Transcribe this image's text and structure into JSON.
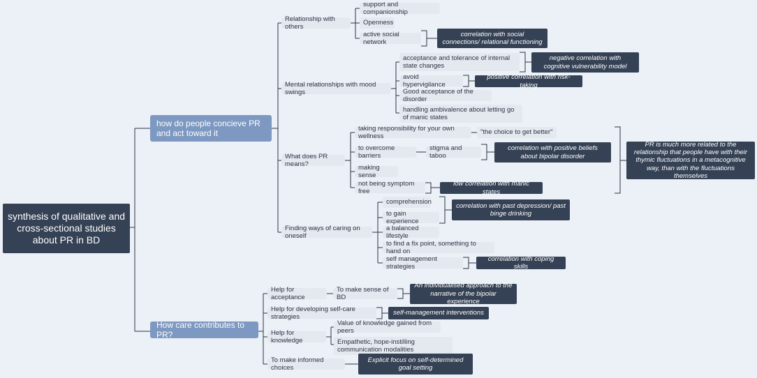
{
  "root": "synthesis of qualitative and cross-sectional studies about PR in BD",
  "branch_concieve": {
    "label": "how do people concieve PR and act toward it",
    "relationship": {
      "label": "Relationship with others",
      "support": "support and companionship",
      "openness": "Openness",
      "social": "active social network",
      "note_social": "correlation with social connections/ relational functioning"
    },
    "mental": {
      "label": "Mental relationships with mood swings",
      "acceptance": "acceptance and tolerance of internal state changes",
      "note_cognitive": "negative correlation with cognitive vulnerability model",
      "hypervigilance": "avoid hypervigilance",
      "note_risk": "positive correlation with risk-taking",
      "good_acceptance": "Good acceptance of the disorder",
      "ambivalence": "handling ambivalence about letting go of manic states"
    },
    "meaning": {
      "label": "What does PR means?",
      "responsibility": "taking responsibility for your own wellness",
      "choice": "\"the choice to get better\"",
      "barriers": "to overcome barriers",
      "stigma": "stigma and taboo",
      "note_beliefs": "correlation with positive beliefs about bipolar disorder",
      "sense": "making sense",
      "symptom_free": "not being symptom free",
      "note_manic": "low correlation with manic states",
      "note_summary": "PR is much more related to the relationship that people have with their thymic fluctuations in a metacognitive way, than with the fluctuations themselves"
    },
    "caring": {
      "label": "Finding ways of caring on oneself",
      "comprehension": "comprehension",
      "experience": "to gain experience",
      "note_depression": "correlation with past depression/ past binge drinking",
      "lifestyle": "a balanced lifestyle",
      "fix_point": "to find a fix point, something to hand on",
      "strategies": "self management strategies",
      "note_coping": "correlation with coping skills"
    }
  },
  "branch_care": {
    "label": "How care contributes to PR?",
    "acceptance": "Help for acceptance",
    "make_sense_bd": "To make sense of BD",
    "note_narrative": "An individualised approach to the narrative of the bipolar experience",
    "selfcare": "Help for developing self-care strategies",
    "note_selfmgmt": "self-management interventions",
    "knowledge": "Help for knowledge",
    "peers": "Value of knowledge gained from peers",
    "empathetic": "Empathetic, hope-instilling communication modalities",
    "informed": "To make informed choices",
    "note_goal": "Explicit focus on self-determined goal setting"
  },
  "colors": {
    "background": "#ecf1f8",
    "root": "#354154",
    "main_branch": "#7d98c1",
    "leaf": "#e4e8ef",
    "note": "#354154",
    "connector": "#2d3440"
  }
}
